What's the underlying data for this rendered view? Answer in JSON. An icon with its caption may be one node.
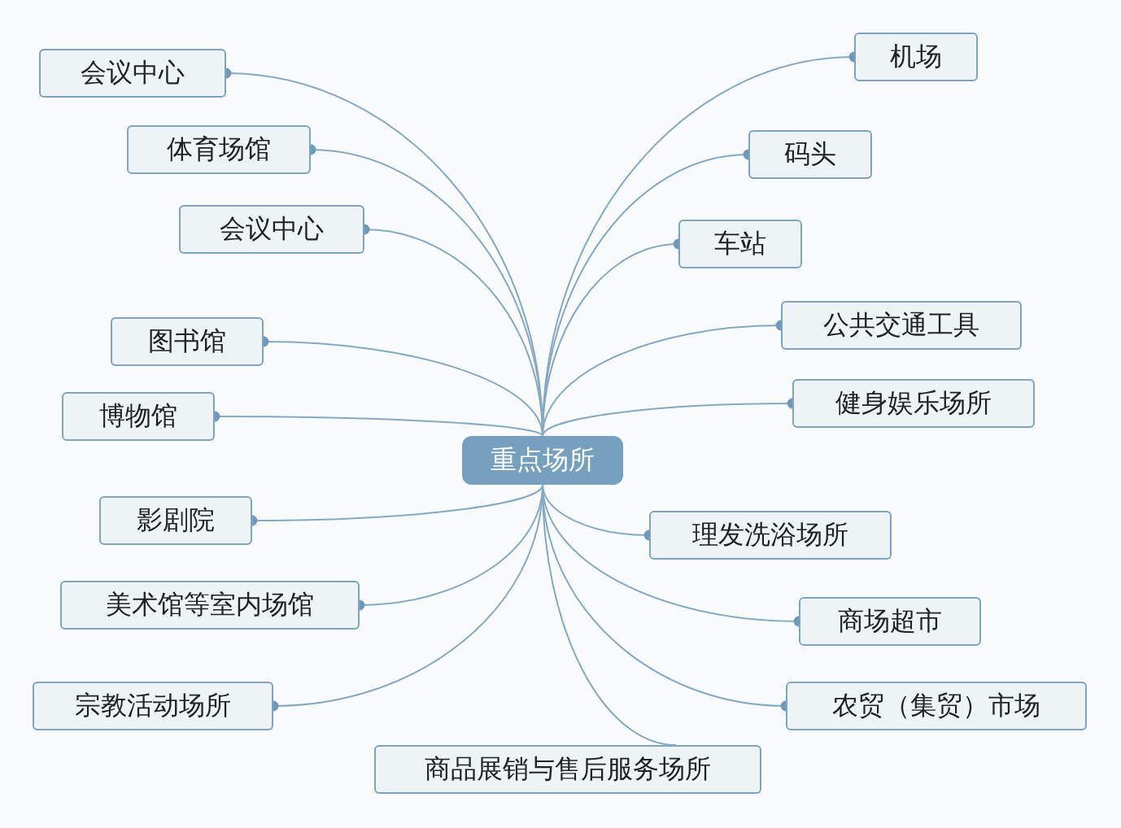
{
  "diagram": {
    "nodes": [
      {
        "text": [
          "重点场所"
        ]
      },
      {
        "text": [
          "会议中心"
        ]
      },
      {
        "text": [
          "体育场馆"
        ]
      },
      {
        "text": [
          "会议中心"
        ]
      },
      {
        "text": [
          "图书馆"
        ]
      },
      {
        "text": [
          "博物馆"
        ]
      },
      {
        "text": [
          "影剧院"
        ]
      },
      {
        "text": [
          "美术馆等室内场馆"
        ]
      },
      {
        "text": [
          "宗教活动场所"
        ]
      },
      {
        "text": [
          "商品展销与售后服务场所"
        ]
      },
      {
        "text": [
          "机场"
        ]
      },
      {
        "text": [
          "码头"
        ]
      },
      {
        "text": [
          "车站"
        ]
      },
      {
        "text": [
          "公共交通工具"
        ]
      },
      {
        "text": [
          "健身娱乐场所"
        ]
      },
      {
        "text": [
          "理发洗浴场所"
        ]
      },
      {
        "text": [
          "商场超市"
        ]
      },
      {
        "text": [
          "农贸（集贸）市场"
        ]
      }
    ],
    "edges": [
      {
        "from": 0,
        "to": 1,
        "arrow": "other"
      },
      {
        "from": 0,
        "to": 2,
        "arrow": "other"
      },
      {
        "from": 0,
        "to": 3,
        "arrow": "other"
      },
      {
        "from": 0,
        "to": 4,
        "arrow": "other"
      },
      {
        "from": 0,
        "to": 5,
        "arrow": "other"
      },
      {
        "from": 0,
        "to": 6,
        "arrow": "other"
      },
      {
        "from": 0,
        "to": 7,
        "arrow": "other"
      },
      {
        "from": 0,
        "to": 8,
        "arrow": "other"
      },
      {
        "from": 0,
        "to": 9,
        "arrow": "none"
      },
      {
        "from": 0,
        "to": 10,
        "arrow": "other"
      },
      {
        "from": 0,
        "to": 11,
        "arrow": "other"
      },
      {
        "from": 0,
        "to": 12,
        "arrow": "other"
      },
      {
        "from": 0,
        "to": 13,
        "arrow": "other"
      },
      {
        "from": 0,
        "to": 14,
        "arrow": "other"
      },
      {
        "from": 0,
        "to": 15,
        "arrow": "other"
      },
      {
        "from": 0,
        "to": 16,
        "arrow": "other"
      },
      {
        "from": 0,
        "to": 17,
        "arrow": "other"
      }
    ]
  }
}
